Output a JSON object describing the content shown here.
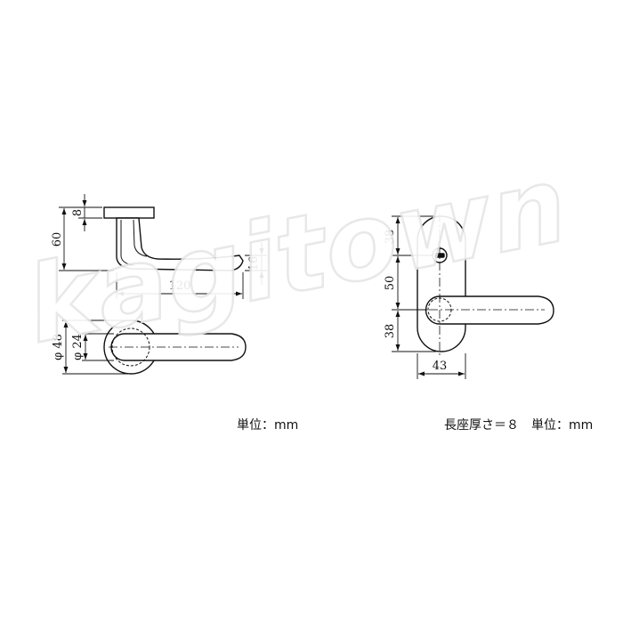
{
  "watermark": "kagitown",
  "left_drawing": {
    "dims": {
      "plate_thickness": "8",
      "total_height": "60",
      "lever_end_height": "16",
      "lever_length": "120",
      "rose_diameter": "φ 48",
      "boss_diameter": "φ 24"
    },
    "caption": "単位：mm"
  },
  "right_drawing": {
    "dims": {
      "upper_offset": "38",
      "center_distance": "50",
      "lower_offset": "38",
      "plate_width": "43"
    },
    "caption": "長座厚さ＝８　単位：mm"
  }
}
